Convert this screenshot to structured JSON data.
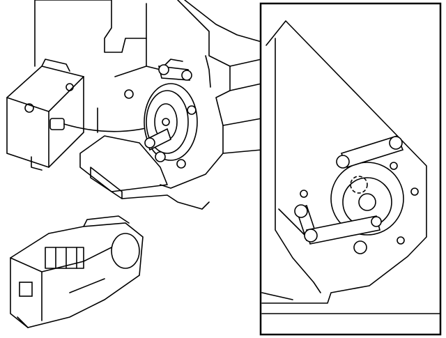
{
  "diagram": {
    "colors": {
      "line": "#000000",
      "background": "#ffffff"
    },
    "parts": [
      "actuator-motor",
      "actuator-wire",
      "door-gear-linkage",
      "detail-inset-linkage",
      "hvac-unit-overview"
    ]
  }
}
